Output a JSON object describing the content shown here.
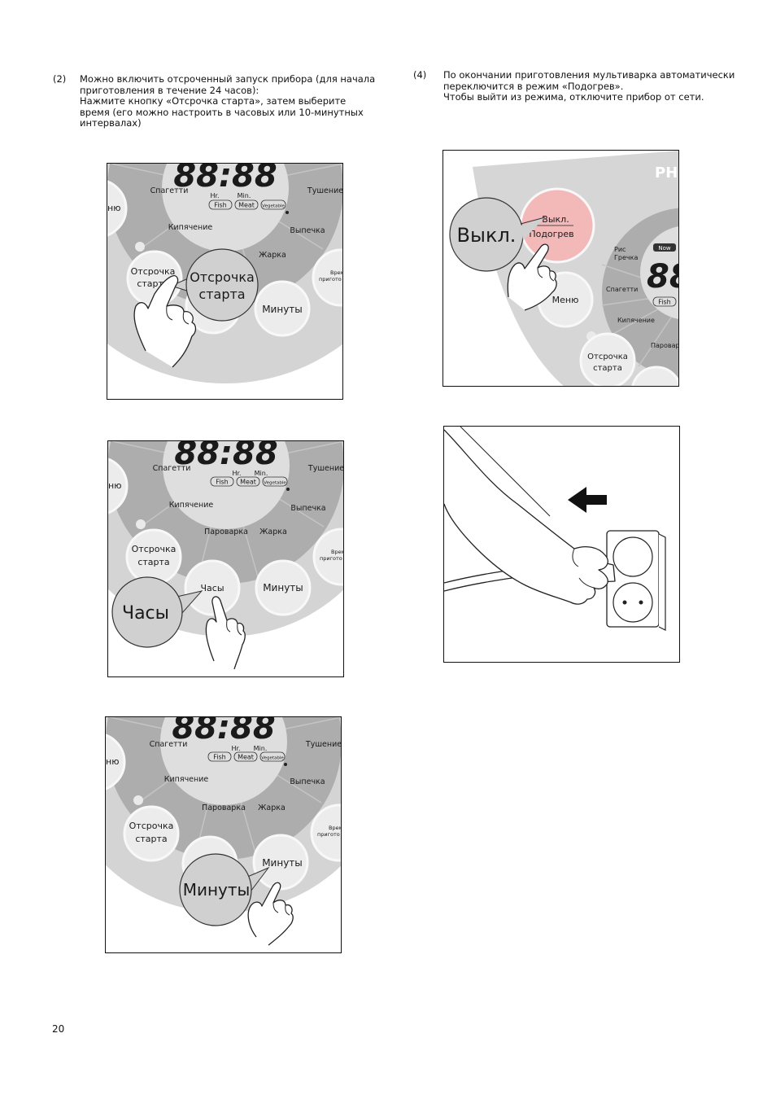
{
  "step2": {
    "number": "(2)",
    "lines": [
      "Можно включить отсроченный запуск прибора (для начала",
      "приготовления в течение 24 часов):",
      "Нажмите кнопку «Отсрочка старта», затем выберите",
      "время (его можно настроить в часовых или 10-минутных",
      "интервалах)"
    ]
  },
  "step4": {
    "number": "(4)",
    "lines": [
      "По окончании приготовления мультиварка  автоматически",
      "переключится в режим «Подогрев».",
      "Чтобы выйти из режима, отключите прибор от сети."
    ]
  },
  "panel": {
    "display": "88:88",
    "hr": "Hr.",
    "min": "Min.",
    "fish": "Fish",
    "meat": "Meat",
    "vegetable": "Vegetable",
    "now": "Now",
    "brand": "PH",
    "spaghetti": "Спагетти",
    "stewing": "Тушение",
    "boiling": "Кипячение",
    "baking": "Выпечка",
    "frying": "Жарка",
    "steaming": "Паровар",
    "steaming_full": "Пароварка",
    "rice": "Рис",
    "buckwheat": "Гречка",
    "menu": "Меню",
    "menu_cut": "ню",
    "delay_line1": "Отсрочка",
    "delay_line2": "старта",
    "cooking_time_line1": "Врем",
    "cooking_time_line2": "пригото",
    "hours": "Часы",
    "minutes": "Минуты",
    "off": "Выкл.",
    "warm": "Подогрев"
  },
  "callouts": {
    "delay_line1": "Отсрочка",
    "delay_line2": "старта",
    "hours": "Часы",
    "minutes": "Минуты",
    "off": "Выкл."
  },
  "page_number": "20",
  "colors": {
    "panel_outer": "#d4d4d4",
    "dial_ring": "#adadad",
    "dial_center": "#dedede",
    "button": "#ececec",
    "callout": "#d0d0d0",
    "power_button": "#f3b9b9"
  }
}
